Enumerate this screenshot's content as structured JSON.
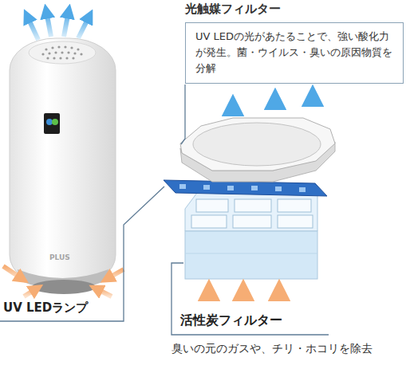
{
  "diagram": {
    "nodes": [
      {
        "text": [
          "光触媒フィルター",
          "UV LEDの光があたることで、強い酸化力が発生。菌・ウイルス・臭いの原因物質を分解"
        ]
      }
    ],
    "labels": [
      "PLUS",
      "UV LEDランプ",
      "活性炭フィルター",
      "臭いの元のガスや、チリ・ホコリを除去"
    ]
  }
}
